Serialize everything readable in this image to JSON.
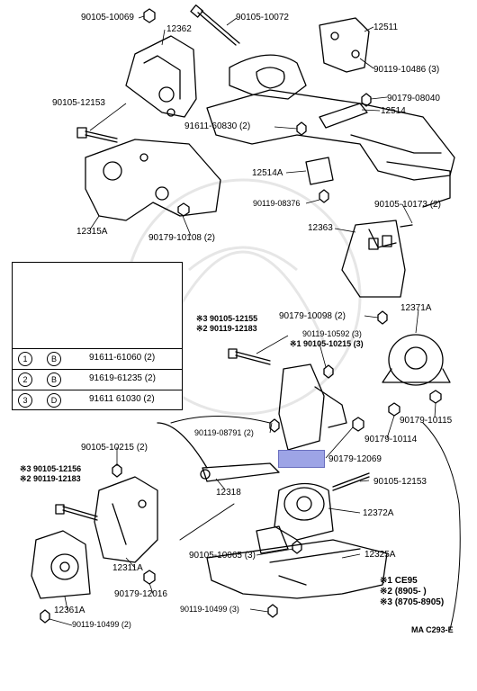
{
  "labels": {
    "p90105_10069": "90105-10069",
    "p90105_10072": "90105-10072",
    "p12511": "12511",
    "p12362": "12362",
    "p90119_10486": "90119-10486 (3)",
    "p90179_08040": "90179-08040",
    "p90105_12153_top": "90105-12153",
    "p12514": "12514",
    "p91611_60830": "91611-60830 (2)",
    "p12514A": "12514A",
    "p90119_08376": "90119-08376",
    "p90105_10173": "90105-10173 (2)",
    "p12315A": "12315A",
    "p90179_10108": "90179-10108 (2)",
    "p12363": "12363",
    "p90179_10098": "90179-10098 (2)",
    "p12371A": "12371A",
    "p90105_12155_a": "※3 90105-12155",
    "p90119_12183_a": "※2 90119-12183",
    "p90119_10592": "90119-10592 (3)",
    "p90105_10215_a": "※1 90105-10215 (3)",
    "p90179_10115": "90179-10115",
    "p90119_08791": "90119-08791 (2)",
    "p90179_10114": "90179-10114",
    "p90105_10215_b": "90105-10215 (2)",
    "p90179_12069": "90179-12069",
    "p90105_12156": "※3 90105-12156",
    "p90119_12183_b": "※2 90119-12183",
    "p90105_12153_bot": "90105-12153",
    "p12318": "12318",
    "p12372A": "12372A",
    "p12311A": "12311A",
    "p90105_10065": "90105-10065 (3)",
    "p12325A": "12325A",
    "p90179_12016": "90179-12016",
    "p12361A": "12361A",
    "p90119_10499_a": "90119-10499 (2)",
    "p90119_10499_b": "90119-10499 (3)"
  },
  "legend": {
    "rows": [
      {
        "num": "1",
        "key": "B",
        "part": "91611-61060 (2)"
      },
      {
        "num": "2",
        "key": "B",
        "part": "91619-61235 (2)"
      },
      {
        "num": "3",
        "key": "D",
        "part": "91611 61030 (2)"
      }
    ]
  },
  "notes": {
    "n1": "※1 CE95",
    "n2": "※2 (8905-        )",
    "n3": "※3 (8705-8905)"
  },
  "footer": "MA C293-E",
  "colors": {
    "highlight": "#9da4e6",
    "line": "#000000",
    "watermark": "#e8e8e8"
  }
}
